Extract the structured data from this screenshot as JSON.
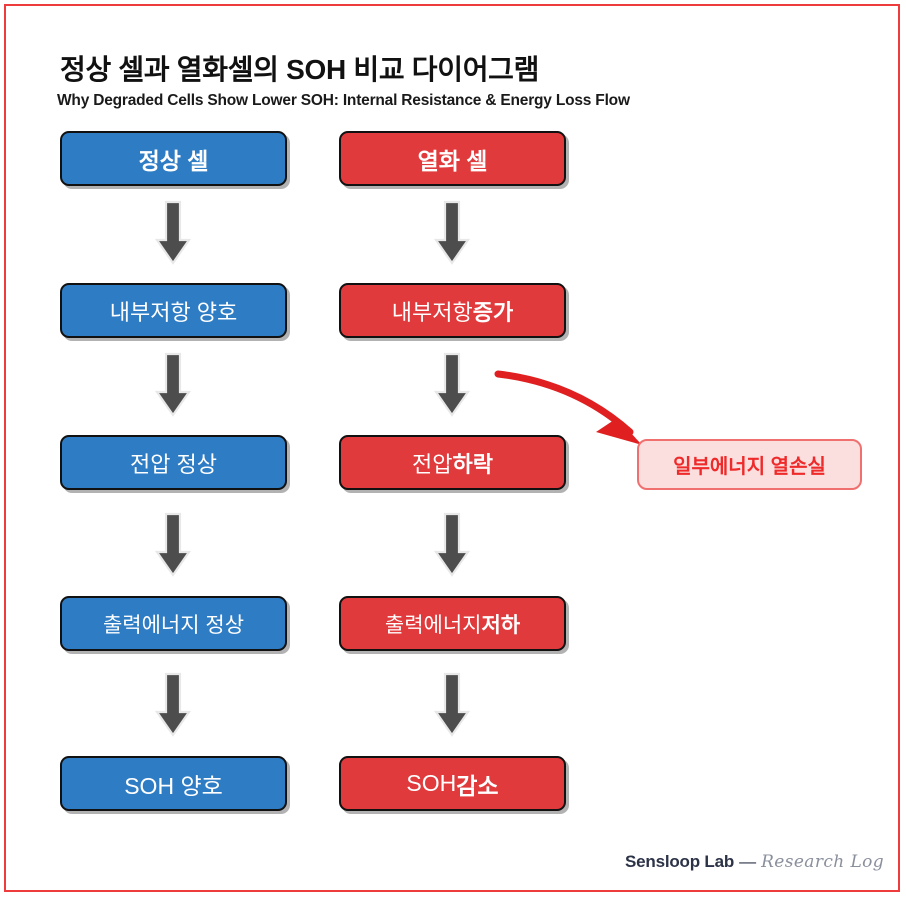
{
  "header": {
    "title": "정상 셀과 열화셀의 SOH 비교 다이어그램",
    "subtitle": "Why Degraded Cells Show Lower SOH: Internal Resistance & Energy Loss Flow"
  },
  "colors": {
    "normal_cell": "#2e7cc4",
    "degraded_cell": "#e03a3c",
    "callout_fill": "#fbdede",
    "callout_border": "#f07070",
    "callout_text": "#ef2a2a",
    "arrow_gray": "#4d4d4d",
    "curved_arrow_red": "#e02020",
    "frame_border": "#ee3b3b",
    "footer_brand": "#2c3347",
    "footer_tag": "#8a8f9c"
  },
  "columns": {
    "normal": {
      "nodes": [
        {
          "text": "정상 셀",
          "emphasis": ""
        },
        {
          "text": "내부저항 양호",
          "emphasis": ""
        },
        {
          "text": "전압 정상",
          "emphasis": ""
        },
        {
          "text": "출력에너지 정상",
          "emphasis": ""
        },
        {
          "text": "SOH 양호",
          "emphasis": ""
        }
      ]
    },
    "degraded": {
      "nodes": [
        {
          "text": "열화 셀",
          "emphasis": ""
        },
        {
          "text": "내부저항 ",
          "emphasis": "증가"
        },
        {
          "text": "전압 ",
          "emphasis": "하락"
        },
        {
          "text": "출력에너지 ",
          "emphasis": "저하"
        },
        {
          "text": "SOH ",
          "emphasis": "감소"
        }
      ]
    }
  },
  "callout": {
    "label": "일부에너지 열손실"
  },
  "arrows": {
    "down_icon": "down-arrow-icon",
    "curved_icon": "curved-arrow-icon"
  },
  "footer": {
    "brand": "Sensloop Lab",
    "dash": "—",
    "tag": "Research Log"
  }
}
